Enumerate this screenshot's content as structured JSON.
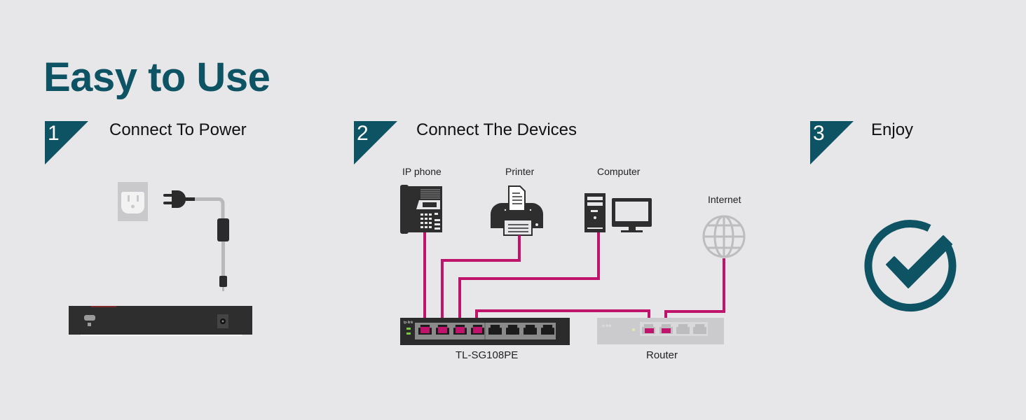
{
  "page": {
    "title": "Easy to Use",
    "accent_color": "#0e5364",
    "cable_color": "#c0136b"
  },
  "steps": [
    {
      "number": "1",
      "title": "Connect To Power"
    },
    {
      "number": "2",
      "title": "Connect The Devices"
    },
    {
      "number": "3",
      "title": "Enjoy"
    }
  ],
  "devices": {
    "ip_phone": "IP phone",
    "printer": "Printer",
    "computer": "Computer",
    "internet": "Internet",
    "switch": "TL-SG108PE",
    "router": "Router",
    "switch_brand": "tp-link",
    "router_brand": "tp-link"
  }
}
